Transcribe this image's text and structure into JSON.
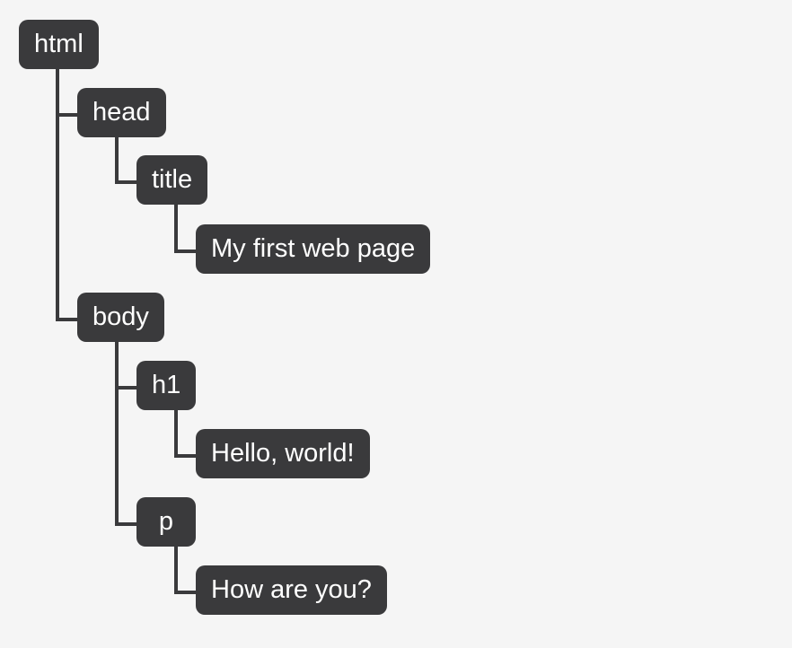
{
  "diagram": {
    "kind": "dom-tree",
    "colors": {
      "background": "#f5f5f5",
      "node_background": "#3a3a3c",
      "node_text": "#ffffff",
      "connector": "#3a3a3c"
    },
    "tree": {
      "label": "html",
      "children": [
        {
          "label": "head",
          "children": [
            {
              "label": "title",
              "children": [
                {
                  "label": "My first web page",
                  "children": []
                }
              ]
            }
          ]
        },
        {
          "label": "body",
          "children": [
            {
              "label": "h1",
              "children": [
                {
                  "label": "Hello, world!",
                  "children": []
                }
              ]
            },
            {
              "label": "p",
              "children": [
                {
                  "label": "How are you?",
                  "children": []
                }
              ]
            }
          ]
        }
      ]
    }
  }
}
